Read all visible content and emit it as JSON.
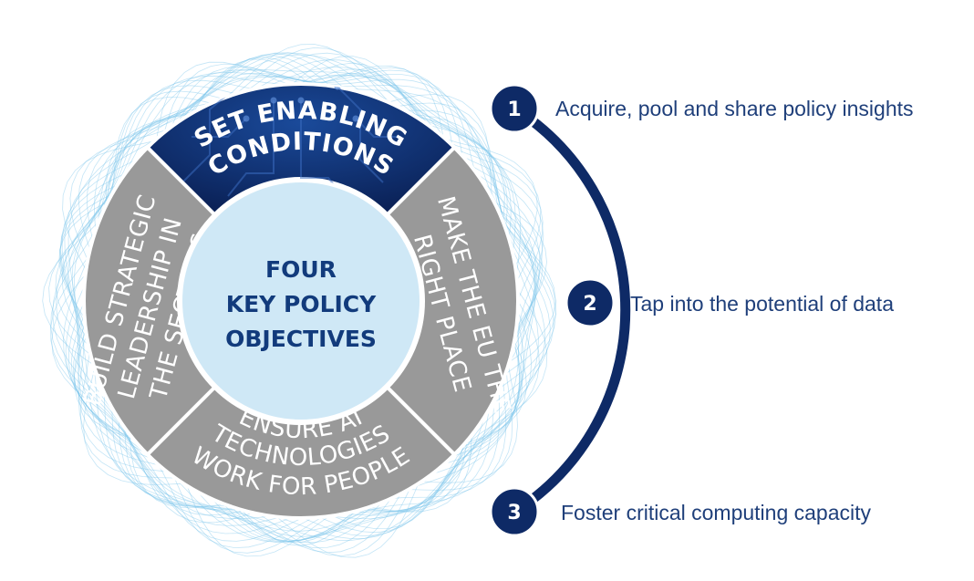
{
  "center": {
    "line1": "FOUR",
    "line2": "KEY POLICY",
    "line3": "OBJECTIVES"
  },
  "segments": {
    "top": {
      "line1": "SET ENABLING",
      "line2": "CONDITIONS"
    },
    "right": {
      "line1": "MAKE THE EU THE",
      "line2": "RIGHT PLACE"
    },
    "bottom": {
      "line1": "ENSURE AI",
      "line2": "TECHNOLOGIES",
      "line3": "WORK FOR PEOPLE"
    },
    "left": {
      "line1": "BUILD STRATEGIC",
      "line2": "LEADERSHIP IN",
      "line3": "THE SECTORS"
    }
  },
  "steps": [
    {
      "number": "1",
      "label": "Acquire, pool and share policy insights"
    },
    {
      "number": "2",
      "label": "Tap into the potential of data"
    },
    {
      "number": "3",
      "label": "Foster critical computing capacity"
    }
  ],
  "colors": {
    "navy": "#0e2a66",
    "segment_grey": "#999999",
    "center_fill": "#cfe8f6",
    "center_text": "#123b7c",
    "step_text": "#1f3f7a",
    "wave": "#7cc6ea"
  }
}
